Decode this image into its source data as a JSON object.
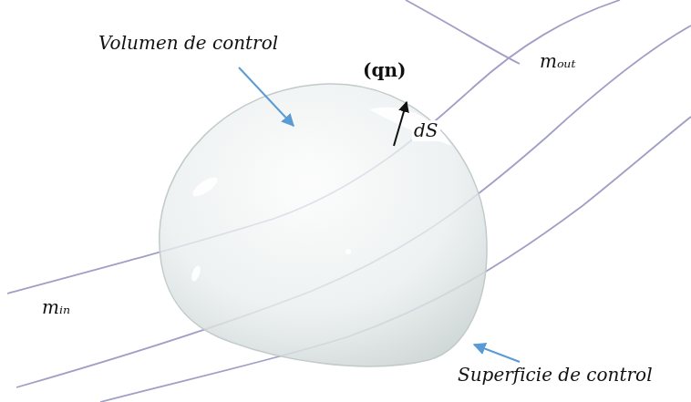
{
  "diagram": {
    "labels": [
      "Volumen de control",
      "(qn)",
      "dS",
      "mₒᵤₜ",
      "mᵢₙ",
      "Superficie de control"
    ]
  }
}
